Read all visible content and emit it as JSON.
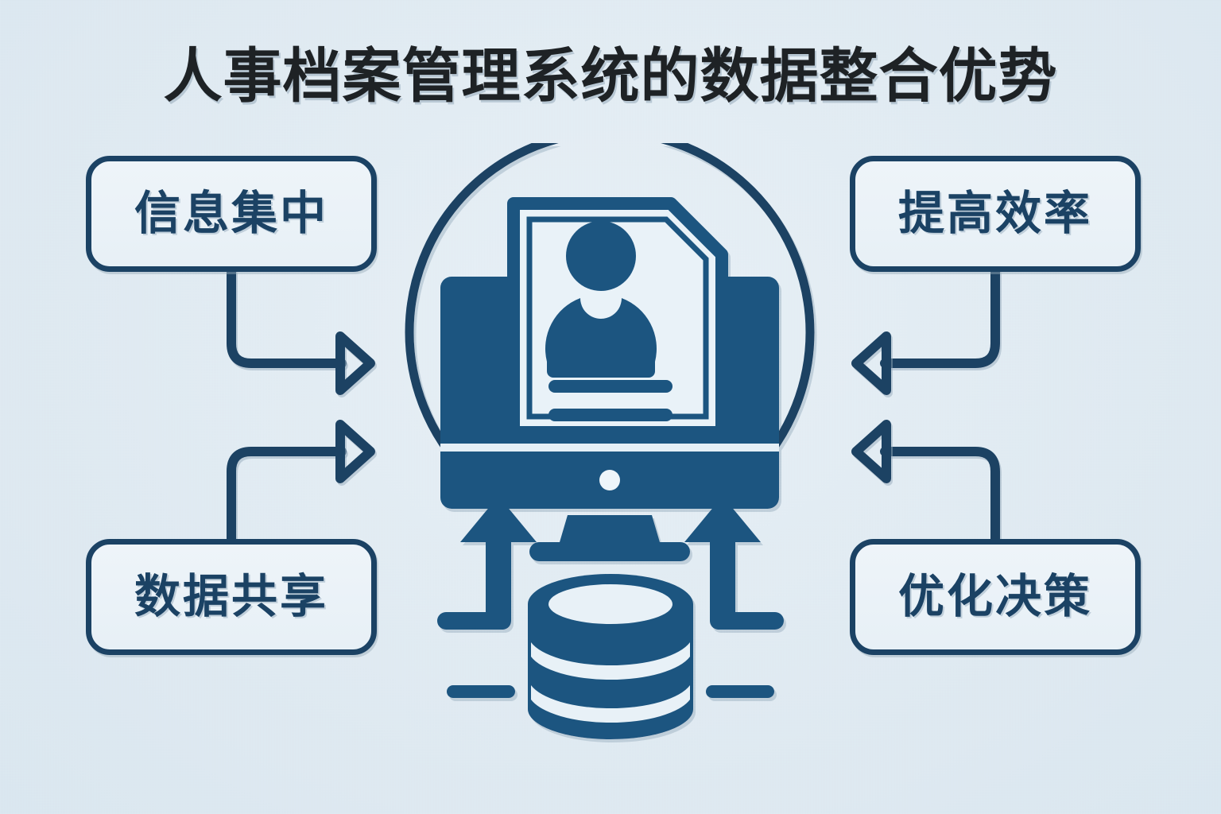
{
  "page": {
    "title": "人事档案管理系统的数据整合优势",
    "background_color": "#e3edf4",
    "accent_dark": "#1b4264",
    "accent_mid": "#1d5580",
    "title_color": "#1e2225"
  },
  "diagram": {
    "type": "hub-and-spoke benefits diagram",
    "center_icon": {
      "name": "personnel-record-system-icon",
      "parts": [
        "circle-outline",
        "monitor",
        "id-document",
        "person-silhouette",
        "text-lines",
        "monitor-stand",
        "database-cylinder",
        "upward-arrows",
        "dash-marks"
      ]
    },
    "boxes": [
      {
        "id": "top-left",
        "label": "信息集中",
        "side": "left",
        "arrow": "right"
      },
      {
        "id": "bottom-left",
        "label": "数据共享",
        "side": "left",
        "arrow": "right"
      },
      {
        "id": "top-right",
        "label": "提高效率",
        "side": "right",
        "arrow": "left"
      },
      {
        "id": "bottom-right",
        "label": "优化决策",
        "side": "right",
        "arrow": "left"
      }
    ]
  }
}
